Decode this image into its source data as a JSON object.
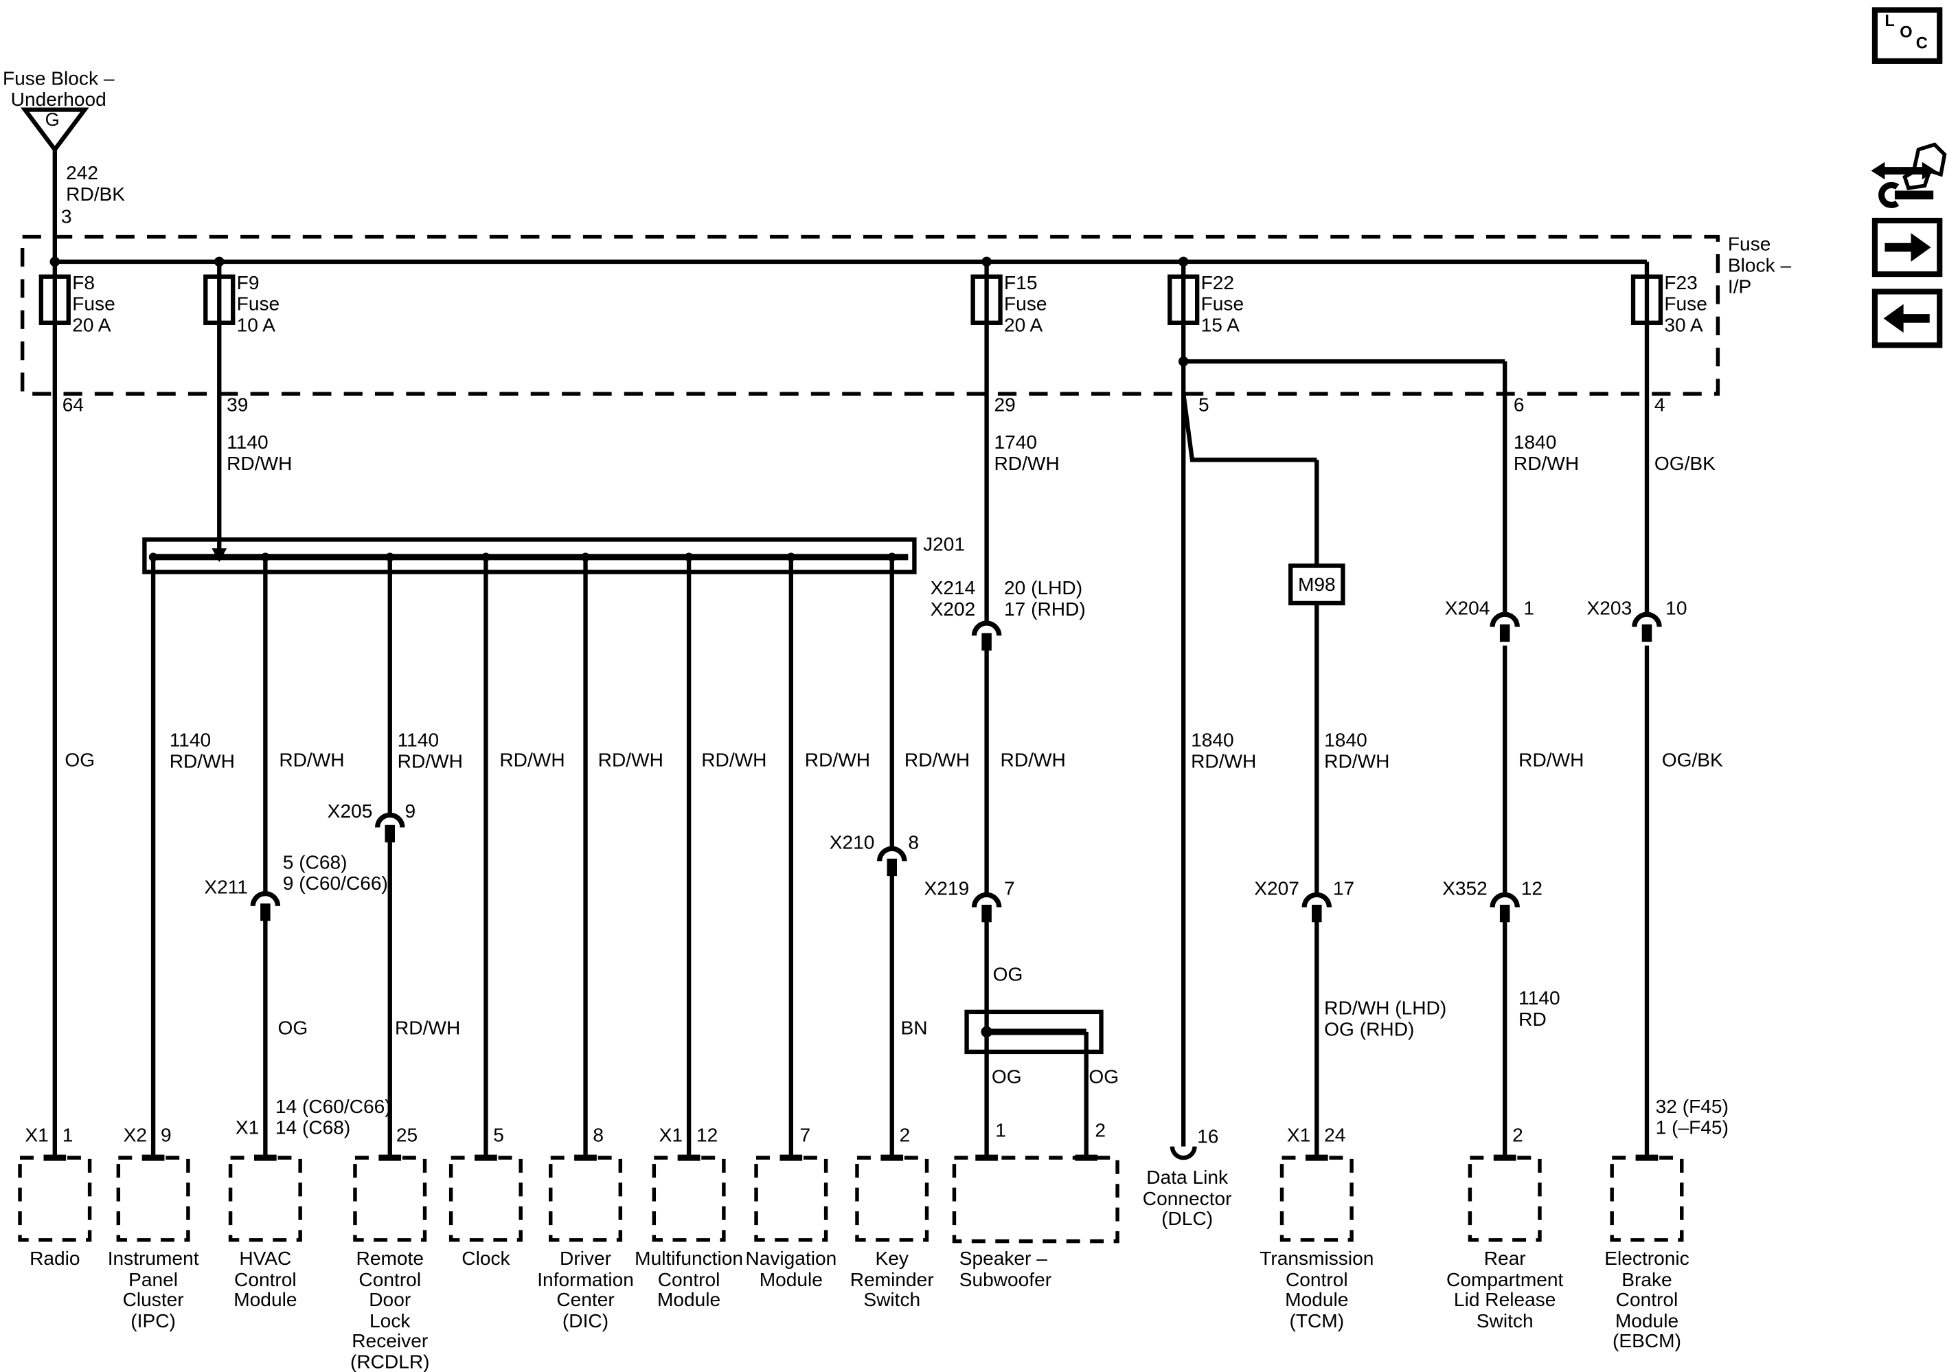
{
  "underhood": {
    "title": "Fuse Block –\nUnderhood",
    "symbol": "G",
    "wire": "242\nRD/BK",
    "pin": "3"
  },
  "ip_block": {
    "title": "Fuse\nBlock –\nI/P"
  },
  "fuses": [
    {
      "id": "F8",
      "label": "F8\nFuse\n20 A",
      "pin": "64"
    },
    {
      "id": "F9",
      "label": "F9\nFuse\n10 A",
      "pin": "39"
    },
    {
      "id": "F15",
      "label": "F15\nFuse\n20 A",
      "pin": "29"
    },
    {
      "id": "F22",
      "label": "F22\nFuse\n15 A",
      "pin": "5"
    },
    {
      "id": "F23",
      "label": "F23\nFuse\n30 A",
      "pin": "4"
    }
  ],
  "branch": {
    "pin": "6"
  },
  "j201": {
    "label": "J201",
    "feed_wire": "1140\nRD/WH"
  },
  "circuits": [
    {
      "name": "Radio",
      "wire_color": "OG",
      "pin_prefix": "X1",
      "pin": "1"
    },
    {
      "name": "Instrument\nPanel\nCluster\n(IPC)",
      "wire_color": "1140\nRD/WH",
      "pin_prefix": "X2",
      "pin": "9"
    },
    {
      "name": "HVAC\nControl\nModule",
      "wire_color": "RD/WH",
      "connector": "X211",
      "connector_pins": "5 (C68)\n9 (C60/C66)",
      "wire_color2": "OG",
      "pin_prefix": "X1",
      "pin": "14 (C60/C66)\n14 (C68)"
    },
    {
      "name": "Remote\nControl\nDoor\nLock\nReceiver\n(RCDLR)",
      "wire_color": "1140\nRD/WH",
      "connector": "X205",
      "connector_pin": "9",
      "wire_color2": "RD/WH",
      "pin": "25"
    },
    {
      "name": "Clock",
      "wire_color": "RD/WH",
      "pin": "5"
    },
    {
      "name": "Driver\nInformation\nCenter\n(DIC)",
      "wire_color": "RD/WH",
      "pin": "8"
    },
    {
      "name": "Multifunction\nControl\nModule",
      "wire_color": "RD/WH",
      "pin_prefix": "X1",
      "pin": "12"
    },
    {
      "name": "Navigation\nModule",
      "wire_color": "RD/WH",
      "pin": "7"
    },
    {
      "name": "Key\nReminder\nSwitch",
      "wire_color": "RD/WH",
      "connector": "X210",
      "connector_pin": "8",
      "wire_color2": "BN",
      "pin": "2"
    },
    {
      "name": "Speaker –\nSubwoofer",
      "feed_wire": "1740\nRD/WH",
      "connector1": "X214\nX202",
      "connector1_pins": "20 (LHD)\n17 (RHD)",
      "wire_color": "RD/WH",
      "connector2": "X219",
      "connector2_pin": "7",
      "wire_color2": "OG",
      "branch_wire_left": "OG",
      "branch_wire_right": "OG",
      "pin_left": "1",
      "pin_right": "2"
    },
    {
      "name": "Data Link\nConnector\n(DLC)",
      "wire_color": "1840\nRD/WH",
      "pin": "16"
    },
    {
      "name": "Transmission\nControl\nModule\n(TCM)",
      "splice": "M98",
      "wire_color": "1840\nRD/WH",
      "connector": "X207",
      "connector_pin": "17",
      "wire_color2": "RD/WH (LHD)\nOG (RHD)",
      "pin_prefix": "X1",
      "pin": "24"
    },
    {
      "name": "Rear\nCompartment\nLid Release\nSwitch",
      "feed_wire": "1840\nRD/WH",
      "connector1": "X204",
      "connector1_pin": "1",
      "wire_color": "RD/WH",
      "connector2": "X352",
      "connector2_pin": "12",
      "wire_color2": "1140\nRD",
      "pin": "2"
    },
    {
      "name": "Electronic\nBrake\nControl\nModule\n(EBCM)",
      "feed_wire": "OG/BK",
      "connector1": "X203",
      "connector1_pin": "10",
      "wire_color": "OG/BK",
      "pin": "32 (F45)\n1 (–F45)"
    }
  ],
  "icons": {
    "loc_l": "L",
    "loc_o": "O",
    "loc_c": "C"
  }
}
